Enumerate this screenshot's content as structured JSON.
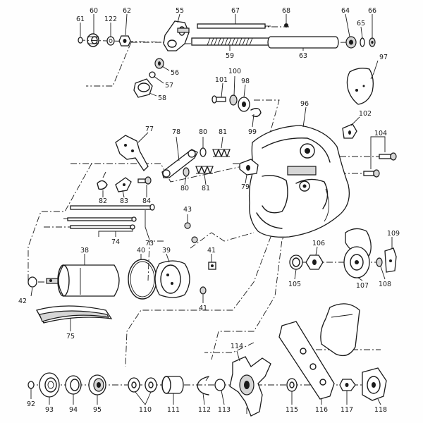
{
  "labels": {
    "p60": "60",
    "p61": "61",
    "p122": "122",
    "p62": "62",
    "p55": "55",
    "p67": "67",
    "p68": "68",
    "p64": "64",
    "p65": "65",
    "p66": "66",
    "p59": "59",
    "p63": "63",
    "p56": "56",
    "p57": "57",
    "p58": "58",
    "p97": "97",
    "p101": "101",
    "p100": "100",
    "p98": "98",
    "p99": "99",
    "p96": "96",
    "p102": "102",
    "p104": "104",
    "p77": "77",
    "p78": "78",
    "p80a": "80",
    "p81a": "81",
    "p80b": "80",
    "p81b": "81",
    "p79": "79",
    "p82": "82",
    "p83": "83",
    "p84": "84",
    "p73": "73",
    "p74": "74",
    "p43": "43",
    "p38": "38",
    "p40": "40",
    "p39": "39",
    "p41a": "41",
    "p41b": "41",
    "p42": "42",
    "p75": "75",
    "p106": "106",
    "p109": "109",
    "p105": "105",
    "p107": "107",
    "p108": "108",
    "p114": "114",
    "p92": "92",
    "p93": "93",
    "p94": "94",
    "p95": "95",
    "p110": "110",
    "p111": "111",
    "p112": "112",
    "p113": "113",
    "p115": "115",
    "p116": "116",
    "p117": "117",
    "p118": "118"
  }
}
